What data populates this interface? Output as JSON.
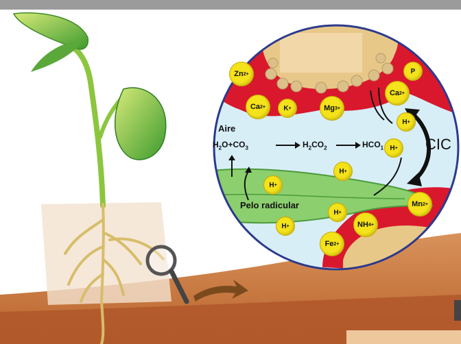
{
  "labels": {
    "aire": "Aire",
    "pelo_radicular": "Pelo radicular",
    "cic": "CIC",
    "equation": {
      "t1": "H",
      "t1s": "2",
      "t2": "O+CO",
      "t2s": "3",
      "t3": "H",
      "t3s": "2",
      "t4": "CO",
      "t4s": "2",
      "t5": "HCO",
      "t5s": "1",
      "t6": "+"
    }
  },
  "ions": {
    "zn": {
      "base": "Zn",
      "charge": "2+"
    },
    "ca1": {
      "base": "Ca",
      "charge": "2+"
    },
    "k": {
      "base": "K",
      "charge": "+"
    },
    "mg": {
      "base": "Mg",
      "charge": "3+"
    },
    "ca2": {
      "base": "Ca",
      "charge": "2+"
    },
    "p": {
      "base": "P",
      "charge": ""
    },
    "h": {
      "base": "H",
      "charge": "+"
    },
    "mn": {
      "base": "Mn",
      "charge": "2+"
    },
    "nh": {
      "base": "NH",
      "sub": "4",
      "charge": "+"
    },
    "fe": {
      "base": "Fe",
      "charge": "2+"
    }
  },
  "colors": {
    "leaf": "#6ab63d",
    "stem": "#8cc63f",
    "soil_mineral": "#d9182d",
    "sand": "#e8c889",
    "root_hair": "#8ccf6e",
    "circle_bg": "#d7eef7",
    "ion": "#f4e21a",
    "ground": "#c8763a"
  }
}
